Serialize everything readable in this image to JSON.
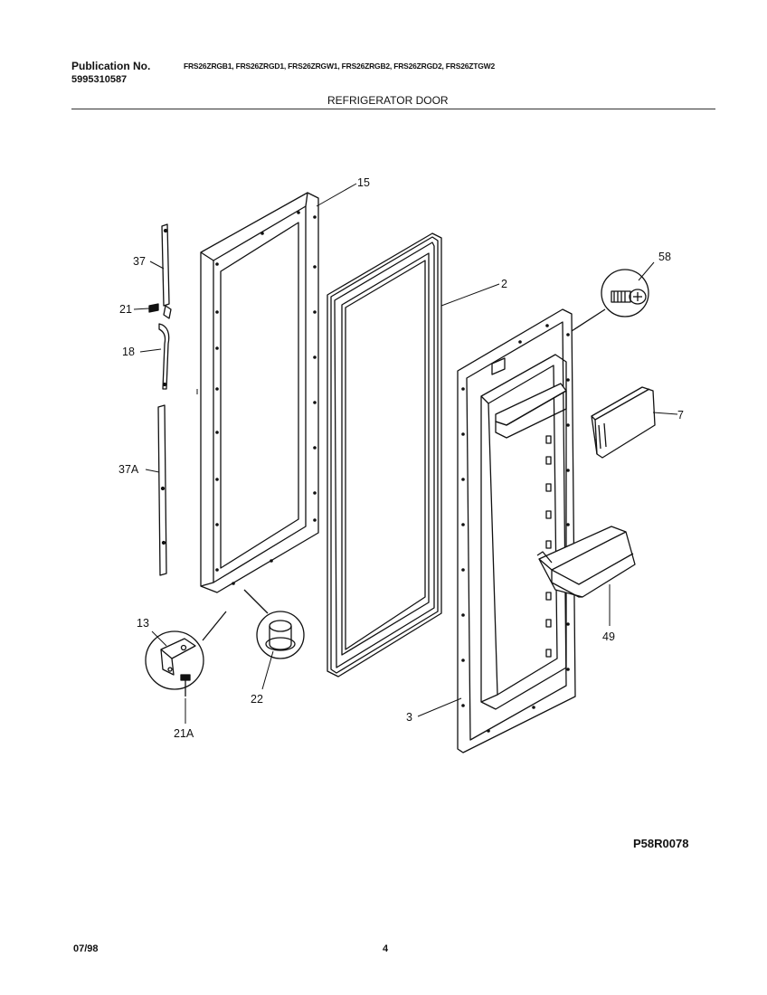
{
  "header": {
    "publication_label": "Publication No.",
    "publication_number": "5995310587",
    "models": "FRS26ZRGB1, FRS26ZRGD1, FRS26ZRGW1, FRS26ZRGB2, FRS26ZRGD2, FRS26ZTGW2",
    "title": "REFRIGERATOR DOOR"
  },
  "parts": {
    "p15": "15",
    "p2": "2",
    "p58": "58",
    "p7": "7",
    "p49": "49",
    "p3": "3",
    "p37": "37",
    "p21": "21",
    "p18": "18",
    "p37a": "37A",
    "p13": "13",
    "p21a": "21A",
    "p22": "22"
  },
  "footer": {
    "reference": "P58R0078",
    "date": "07/98",
    "page": "4"
  }
}
